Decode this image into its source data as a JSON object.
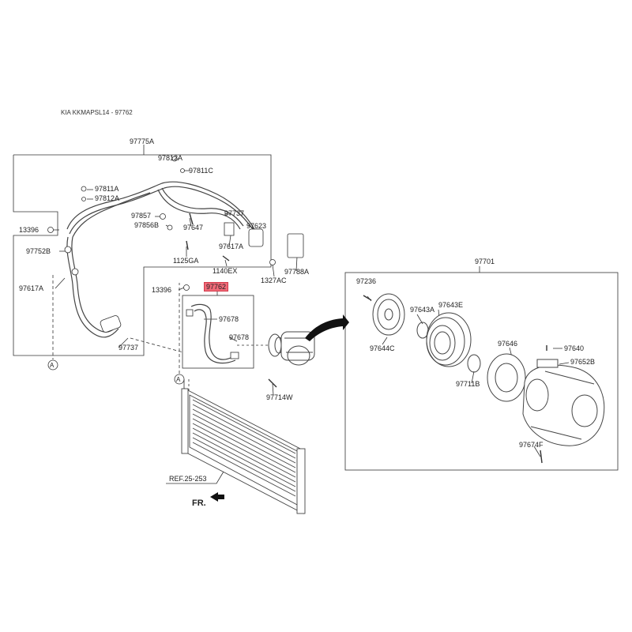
{
  "header": {
    "title": "KIA KKMAPSL14 - 97762"
  },
  "parts": {
    "p97775A": "97775A",
    "p97812A_top": "97812A",
    "p97811C": "97811C",
    "p97811A": "97811A",
    "p97812A_left": "97812A",
    "p13396_top": "13396",
    "p97857": "97857",
    "p97856B": "97856B",
    "p97737_top": "97737",
    "p97647": "97647",
    "p97623": "97623",
    "p97752B": "97752B",
    "p97617A_right": "97617A",
    "p1125GA": "1125GA",
    "p1140EX": "1140EX",
    "p97788A": "97788A",
    "p1327AC": "1327AC",
    "p97617A_left": "97617A",
    "p13396_mid": "13396",
    "p97762": "97762",
    "p97678_a": "97678",
    "p97678_b": "97678",
    "p97737_bottom": "97737",
    "p97714W": "97714W",
    "p97701": "97701",
    "p97236": "97236",
    "p97643A": "97643A",
    "p97643E": "97643E",
    "p97644C": "97644C",
    "p97646": "97646",
    "p97640": "97640",
    "p97652B": "97652B",
    "p97711B": "97711B",
    "p97674F": "97674F"
  },
  "markers": {
    "circle_a_left": "A",
    "circle_a_right": "A"
  },
  "refs": {
    "ref": "REF.25-253",
    "front": "FR."
  },
  "highlight_color": "#f06a78"
}
